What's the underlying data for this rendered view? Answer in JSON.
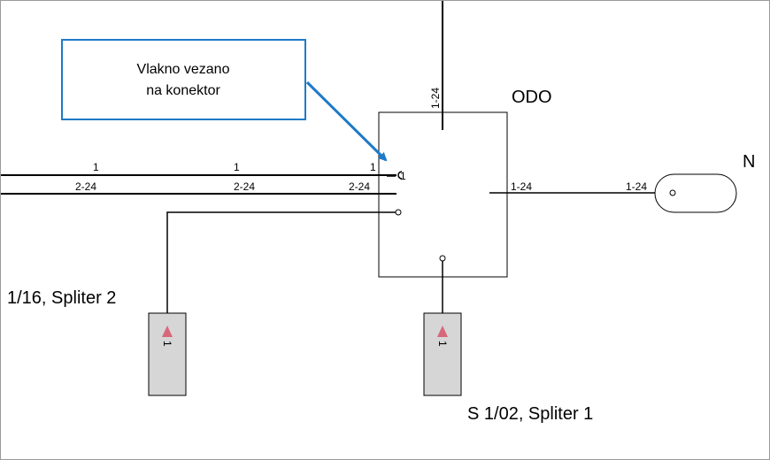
{
  "callout": {
    "line1": "Vlakno vezano",
    "line2": "na konektor"
  },
  "odo_label": "ODO",
  "n_label": "N",
  "splitter_left_label": "1/16, Spliter 2",
  "splitter_bottom_label": "S 1/02, Spliter 1",
  "splitter_port": "1",
  "fiber_labels": {
    "top_vertical": "1-24",
    "row1_a": "1",
    "row1_b": "1",
    "row1_c": "1",
    "connector": "1",
    "row2_a": "2-24",
    "row2_b": "2-24",
    "row2_c": "2-24",
    "right_a": "1-24",
    "right_b": "1-24"
  },
  "colors": {
    "line": "#000000",
    "callout_border": "#1f7ac7",
    "arrow": "#1f7ac7",
    "splitter_fill": "#d6d6d6",
    "triangle": "#d9677a"
  }
}
